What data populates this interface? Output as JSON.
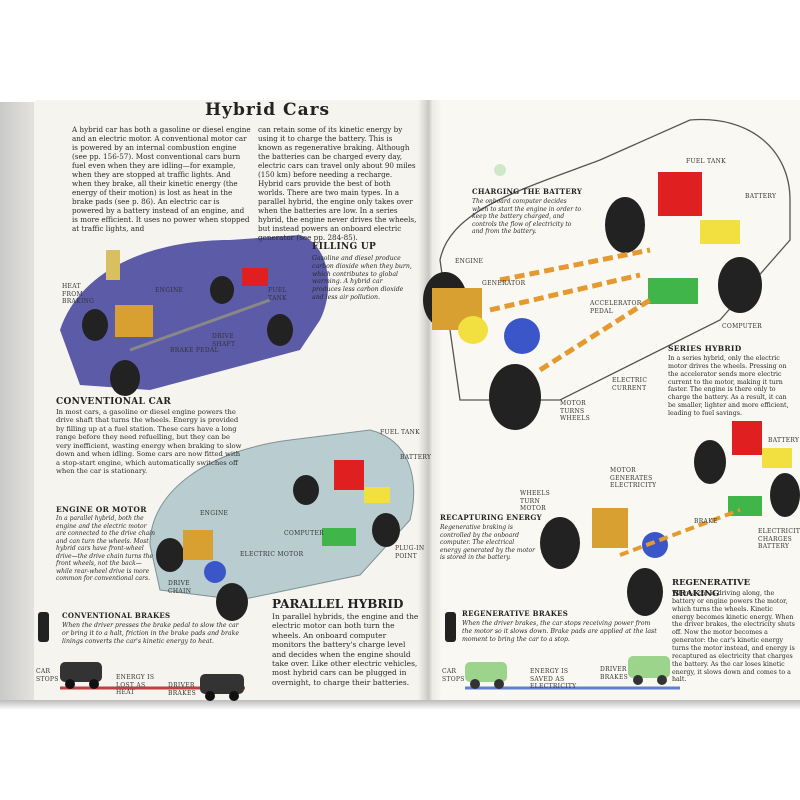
{
  "left_page": {
    "title": "Hybrid Cars",
    "intro_col1": "A hybrid car has both a gasoline or diesel engine and an electric motor. A conventional motor car is powered by an internal combustion engine (see pp. 156-57). Most conventional cars burn fuel even when they are idling—for example, when they are stopped at traffic lights. And when they brake, all their kinetic energy (the energy of their motion) is lost as heat in the brake pads (see p. 86). An electric car is powered by a battery instead of an engine, and is more efficient. It uses no power when stopped at traffic lights, and",
    "intro_col2": "can retain some of its kinetic energy by using it to charge the battery. This is known as regenerative braking. Although the batteries can be charged every day, electric cars can travel only about 90 miles (150 km) before needing a recharge. Hybrid cars provide the best of both worlds. There are two main types. In a parallel hybrid, the engine only takes over when the batteries are low. In a series hybrid, the engine never drives the wheels, but instead powers an onboard electric generator (see pp. 284-85).",
    "filling_up": {
      "heading": "Filling Up",
      "text": "Gasoline and diesel produce carbon dioxide when they burn, which contributes to global warming. A hybrid car produces less carbon dioxide and less air pollution."
    },
    "conventional_car": {
      "heading": "Conventional Car",
      "text": "In most cars, a gasoline or diesel engine powers the drive shaft that turns the wheels. Energy is provided by filling up at a fuel station. These cars have a long range before they need refuelling, but they can be very inefficient, wasting energy when braking to slow down and when idling. Some cars are now fitted with a stop-start engine, which automatically switches off when the car is stationary.",
      "labels": [
        "Heat from Braking",
        "Engine",
        "Fuel Tank",
        "Drive Shaft",
        "Brake Pedal"
      ]
    },
    "engine_or_motor": {
      "heading": "Engine or Motor",
      "text": "In a parallel hybrid, both the engine and the electric motor are connected to the drive chain and can turn the wheels. Most hybrid cars have front-wheel drive—the drive chain turns the front wheels, not the back—while rear-wheel drive is more common for conventional cars."
    },
    "parallel_labels": [
      "Fuel Tank",
      "Battery",
      "Engine",
      "Computer",
      "Electric Motor",
      "Drive Chain",
      "Plug-in Point"
    ],
    "parallel_hybrid": {
      "heading": "Parallel Hybrid",
      "text": "In parallel hybrids, the engine and the electric motor can both turn the wheels. An onboard computer monitors the battery's charge level and decides when the engine should take over. Like other electric vehicles, most hybrid cars can be plugged in overnight, to charge their batteries."
    },
    "conventional_brakes": {
      "heading": "Conventional Brakes",
      "text": "When the driver presses the brake pedal to slow the car or bring it to a halt, friction in the brake pads and brake linings converts the car's kinetic energy to heat."
    },
    "strip_labels": [
      "Car Stops",
      "Energy is Lost as Heat",
      "Driver Brakes"
    ]
  },
  "right_page": {
    "charging_battery": {
      "heading": "Charging the Battery",
      "text": "The onboard computer decides when to start the engine in order to keep the battery charged, and controls the flow of electricity to and from the battery."
    },
    "series_labels": [
      "Fuel Tank",
      "Battery",
      "Engine",
      "Generator",
      "Accelerator Pedal",
      "Computer",
      "Electric Current",
      "Motor Turns Wheels"
    ],
    "series_hybrid": {
      "heading": "Series Hybrid",
      "text": "In a series hybrid, only the electric motor drives the wheels. Pressing on the accelerator sends more electric current to the motor, making it turn faster. The engine is there only to charge the battery. As a result, it can be smaller, lighter and more efficient, leading to fuel savings."
    },
    "regen_labels": [
      "Wheels Turn Motor",
      "Motor Generates Electricity",
      "Brake",
      "Electricity Charges Battery",
      "Battery"
    ],
    "recapturing_energy": {
      "heading": "Recapturing Energy",
      "text": "Regenerative braking is controlled by the onboard computer. The electrical energy generated by the motor is stored in the battery."
    },
    "regenerative_braking": {
      "heading": "Regenerative Braking",
      "text": "When a car is driving along, the battery or engine powers the motor, which turns the wheels. Kinetic energy becomes kinetic energy. When the driver brakes, the electricity shuts off. Now the motor becomes a generator: the car's kinetic energy turns the motor instead, and energy is recaptured as electricity that charges the battery. As the car loses kinetic energy, it slows down and comes to a halt."
    },
    "regenerative_brakes": {
      "heading": "Regenerative Brakes",
      "text": "When the driver brakes, the car stops receiving power from the motor so it slows down. Brake pads are applied at the last moment to bring the car to a stop."
    },
    "strip_labels": [
      "Car Stops",
      "Energy is Saved as Electricity",
      "Driver Brakes"
    ]
  },
  "colors": {
    "car_conventional": "#4a4aa0",
    "car_parallel": "#b9cdd0",
    "fuel_tank": "#e02020",
    "battery": "#f2e040",
    "computer": "#3fb54a",
    "motor": "#3a56c8",
    "engine": "#d8a030",
    "arrow": "#e49a2e"
  }
}
